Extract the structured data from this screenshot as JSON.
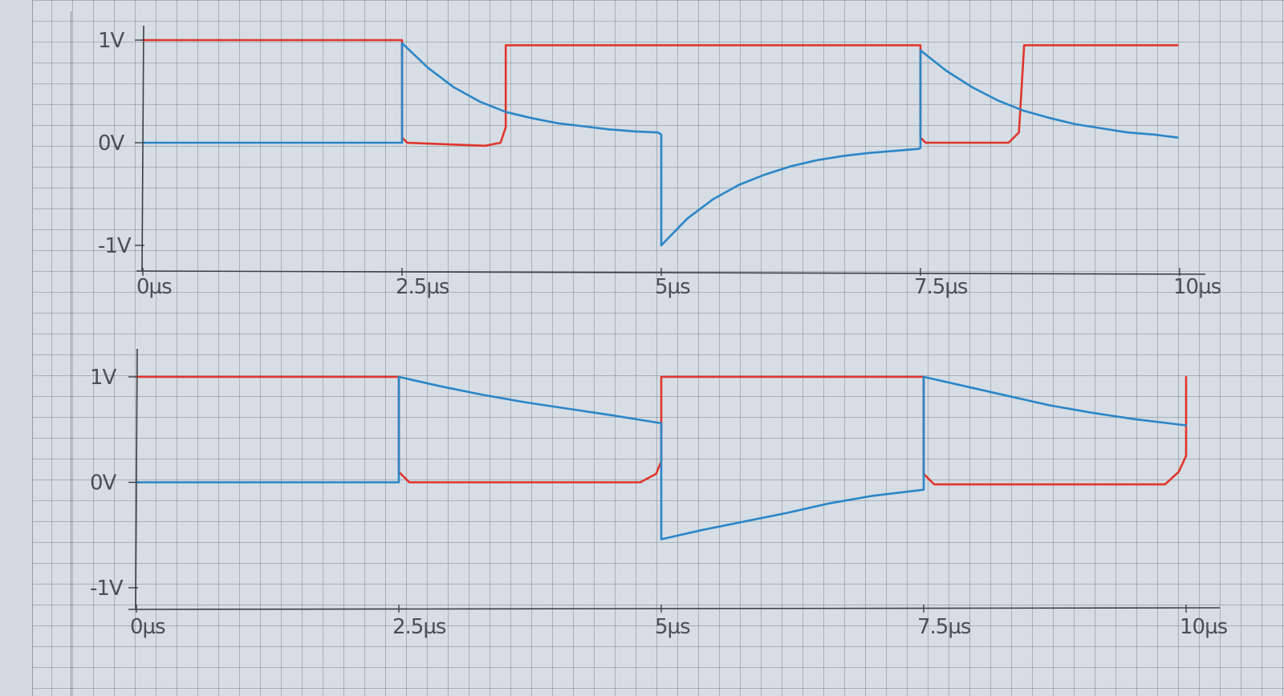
{
  "chart_data": [
    {
      "type": "line",
      "x_tick_labels": [
        "0µs",
        "2.5µs",
        "5µs",
        "7.5µs",
        "10µs"
      ],
      "y_tick_labels": [
        "1V",
        "0V",
        "-1V"
      ],
      "x_ticks": [
        0,
        2.5,
        5,
        7.5,
        10
      ],
      "y_ticks": [
        1,
        0,
        -1
      ],
      "xlim": [
        0,
        10
      ],
      "ylim": [
        -1,
        1
      ],
      "grid": true,
      "series": [
        {
          "color": "#e0352b",
          "points": [
            [
              0,
              1
            ],
            [
              2.5,
              1
            ],
            [
              2.5,
              0.05
            ],
            [
              2.55,
              0
            ],
            [
              3.3,
              -0.03
            ],
            [
              3.45,
              0
            ],
            [
              3.5,
              0.15
            ],
            [
              3.5,
              0.95
            ],
            [
              7.5,
              0.95
            ],
            [
              7.5,
              0.05
            ],
            [
              7.55,
              0
            ],
            [
              8.35,
              0
            ],
            [
              8.45,
              0.1
            ],
            [
              8.5,
              0.95
            ],
            [
              9.98,
              0.95
            ]
          ]
        },
        {
          "color": "#2a86c8",
          "points": [
            [
              0,
              0
            ],
            [
              2.5,
              0
            ],
            [
              2.5,
              0.97
            ],
            [
              2.75,
              0.73
            ],
            [
              3.0,
              0.54
            ],
            [
              3.25,
              0.4
            ],
            [
              3.5,
              0.3
            ],
            [
              3.75,
              0.24
            ],
            [
              4.0,
              0.19
            ],
            [
              4.25,
              0.16
            ],
            [
              4.5,
              0.13
            ],
            [
              4.75,
              0.11
            ],
            [
              4.97,
              0.1
            ],
            [
              5.0,
              0.08
            ],
            [
              5.0,
              -1.0
            ],
            [
              5.25,
              -0.74
            ],
            [
              5.5,
              -0.55
            ],
            [
              5.75,
              -0.41
            ],
            [
              6.0,
              -0.31
            ],
            [
              6.25,
              -0.23
            ],
            [
              6.5,
              -0.17
            ],
            [
              6.75,
              -0.13
            ],
            [
              7.0,
              -0.1
            ],
            [
              7.25,
              -0.08
            ],
            [
              7.48,
              -0.06
            ],
            [
              7.5,
              -0.05
            ],
            [
              7.5,
              0.9
            ],
            [
              7.75,
              0.7
            ],
            [
              8.0,
              0.54
            ],
            [
              8.25,
              0.41
            ],
            [
              8.5,
              0.31
            ],
            [
              8.75,
              0.24
            ],
            [
              9.0,
              0.18
            ],
            [
              9.25,
              0.14
            ],
            [
              9.5,
              0.1
            ],
            [
              9.75,
              0.08
            ],
            [
              9.98,
              0.05
            ]
          ]
        }
      ]
    },
    {
      "type": "line",
      "x_tick_labels": [
        "0µs",
        "2.5µs",
        "5µs",
        "7.5µs",
        "10µs"
      ],
      "y_tick_labels": [
        "1V",
        "0V",
        "-1V"
      ],
      "x_ticks": [
        0,
        2.5,
        5,
        7.5,
        10
      ],
      "y_ticks": [
        1,
        0,
        -1
      ],
      "xlim": [
        0,
        10
      ],
      "ylim": [
        -1,
        1
      ],
      "grid": true,
      "series": [
        {
          "color": "#e0352b",
          "points": [
            [
              0,
              1
            ],
            [
              2.5,
              1
            ],
            [
              2.5,
              0.1
            ],
            [
              2.6,
              0
            ],
            [
              4.8,
              0
            ],
            [
              4.95,
              0.08
            ],
            [
              5.0,
              0.2
            ],
            [
              5.0,
              1
            ],
            [
              7.5,
              1
            ],
            [
              7.5,
              0.08
            ],
            [
              7.6,
              -0.02
            ],
            [
              9.8,
              -0.02
            ],
            [
              9.93,
              0.1
            ],
            [
              10.0,
              0.25
            ],
            [
              10.0,
              1
            ]
          ]
        },
        {
          "color": "#2a86c8",
          "points": [
            [
              0,
              0
            ],
            [
              2.5,
              0
            ],
            [
              2.5,
              1
            ],
            [
              2.9,
              0.91
            ],
            [
              3.3,
              0.83
            ],
            [
              3.7,
              0.76
            ],
            [
              4.1,
              0.7
            ],
            [
              4.5,
              0.64
            ],
            [
              5.0,
              0.56
            ],
            [
              5.0,
              -0.54
            ],
            [
              5.4,
              -0.45
            ],
            [
              5.8,
              -0.37
            ],
            [
              6.2,
              -0.29
            ],
            [
              6.6,
              -0.2
            ],
            [
              7.0,
              -0.13
            ],
            [
              7.5,
              -0.07
            ],
            [
              7.5,
              1
            ],
            [
              7.9,
              0.91
            ],
            [
              8.3,
              0.82
            ],
            [
              8.7,
              0.73
            ],
            [
              9.1,
              0.66
            ],
            [
              9.5,
              0.6
            ],
            [
              10.0,
              0.54
            ]
          ]
        }
      ]
    }
  ]
}
